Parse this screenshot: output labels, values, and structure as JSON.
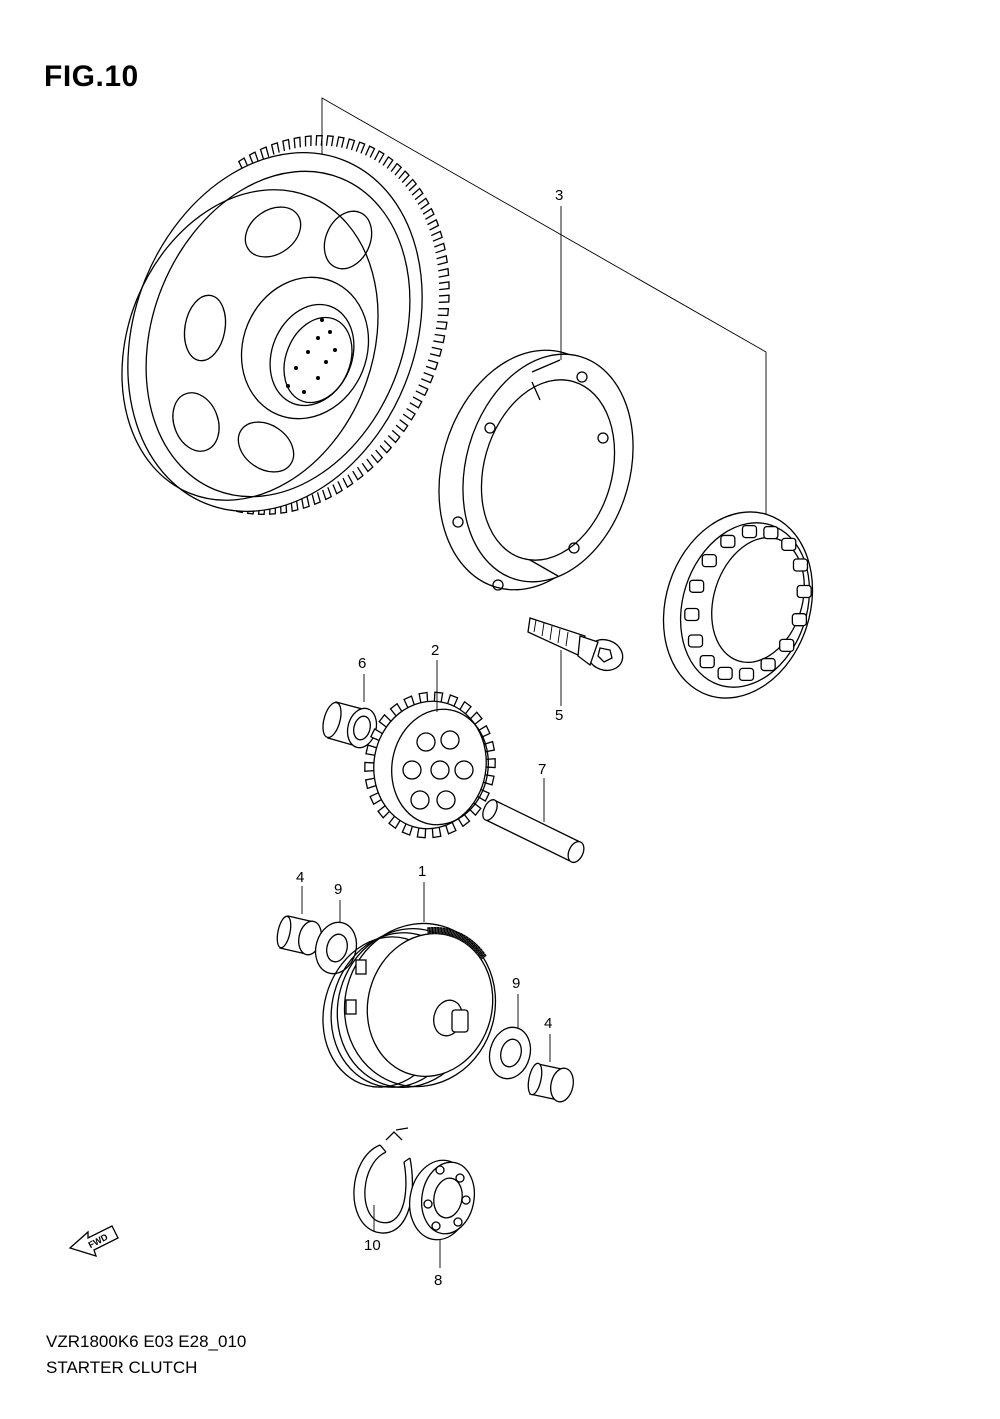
{
  "figure": {
    "title": "FIG.10"
  },
  "callouts": {
    "c1": "1",
    "c2": "2",
    "c3": "3",
    "c4a": "4",
    "c4b": "4",
    "c5": "5",
    "c6": "6",
    "c7": "7",
    "c8": "8",
    "c9a": "9",
    "c9b": "9",
    "c10": "10"
  },
  "fwd_label": "FWD",
  "footer": {
    "model_code": "VZR1800K6 E03 E28_010",
    "section_name": "STARTER CLUTCH"
  }
}
